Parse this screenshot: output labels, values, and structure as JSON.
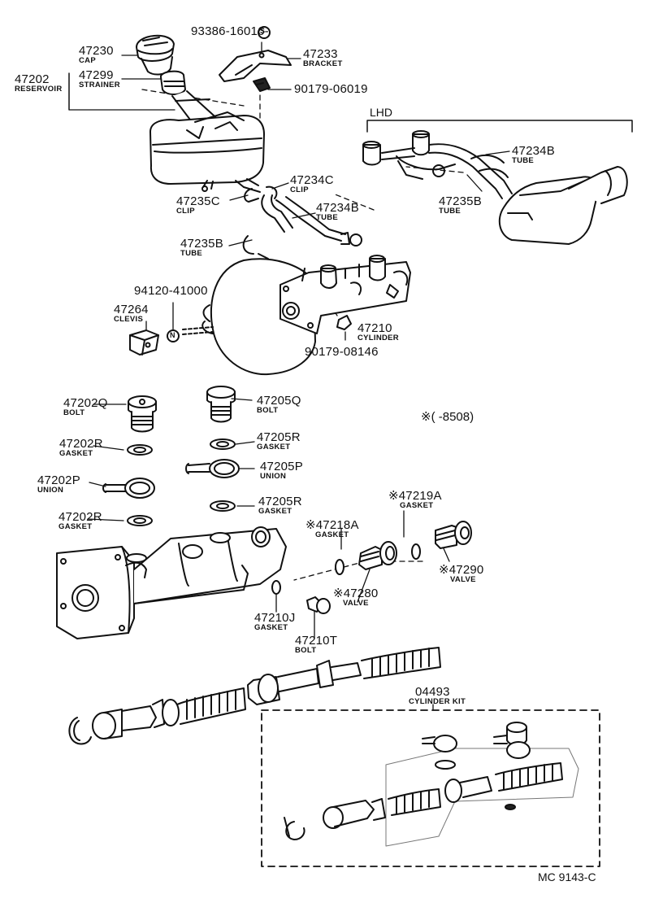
{
  "diagram_code": "MC 9143-C",
  "note": "※(       -8508)",
  "lhd_label": "LHD",
  "parts": [
    {
      "key": "p93386",
      "num": "93386-16016-",
      "symbol": "S"
    },
    {
      "key": "p47230",
      "num": "47230",
      "name": "CAP"
    },
    {
      "key": "p47233",
      "num": "47233",
      "name": "BRACKET"
    },
    {
      "key": "p47202",
      "num": "47202",
      "name": "RESERVOIR"
    },
    {
      "key": "p47299",
      "num": "47299",
      "name": "STRAINER"
    },
    {
      "key": "p90179a",
      "num": "90179-06019"
    },
    {
      "key": "p47234c",
      "num": "47234C",
      "name": "CLIP"
    },
    {
      "key": "p47235c",
      "num": "47235C",
      "name": "CLIP"
    },
    {
      "key": "p47234b",
      "num": "47234B",
      "name": "TUBE"
    },
    {
      "key": "p47234b_lhd",
      "num": "47234B",
      "name": "TUBE"
    },
    {
      "key": "p47235b_lhd",
      "num": "47235B",
      "name": "TUBE"
    },
    {
      "key": "p47235b",
      "num": "47235B",
      "name": "TUBE"
    },
    {
      "key": "p94120",
      "num": "94120-41000",
      "symbol": "N"
    },
    {
      "key": "p47264",
      "num": "47264",
      "name": "CLEVIS"
    },
    {
      "key": "p47210",
      "num": "47210",
      "name": "CYLINDER"
    },
    {
      "key": "p90179b",
      "num": "90179-08146"
    },
    {
      "key": "p47202q",
      "num": "47202Q",
      "name": "BOLT"
    },
    {
      "key": "p47205q",
      "num": "47205Q",
      "name": "BOLT"
    },
    {
      "key": "p47202r1",
      "num": "47202R",
      "name": "GASKET"
    },
    {
      "key": "p47205r1",
      "num": "47205R",
      "name": "GASKET"
    },
    {
      "key": "p47205p",
      "num": "47205P",
      "name": "UNION"
    },
    {
      "key": "p47202p",
      "num": "47202P",
      "name": "UNION"
    },
    {
      "key": "p47205r2",
      "num": "47205R",
      "name": "GASKET"
    },
    {
      "key": "p47219a",
      "num": "※47219A",
      "name": "GASKET"
    },
    {
      "key": "p47218a",
      "num": "※47218A",
      "name": "GASKET"
    },
    {
      "key": "p47202r2",
      "num": "47202R",
      "name": "GASKET"
    },
    {
      "key": "p47290",
      "num": "※47290",
      "name": "VALVE"
    },
    {
      "key": "p47280",
      "num": "※47280",
      "name": "VALVE"
    },
    {
      "key": "p47210j",
      "num": "47210J",
      "name": "GASKET"
    },
    {
      "key": "p47210t",
      "num": "47210T",
      "name": "BOLT"
    },
    {
      "key": "p04493",
      "num": "04493",
      "name": "CYLINDER KIT"
    }
  ]
}
